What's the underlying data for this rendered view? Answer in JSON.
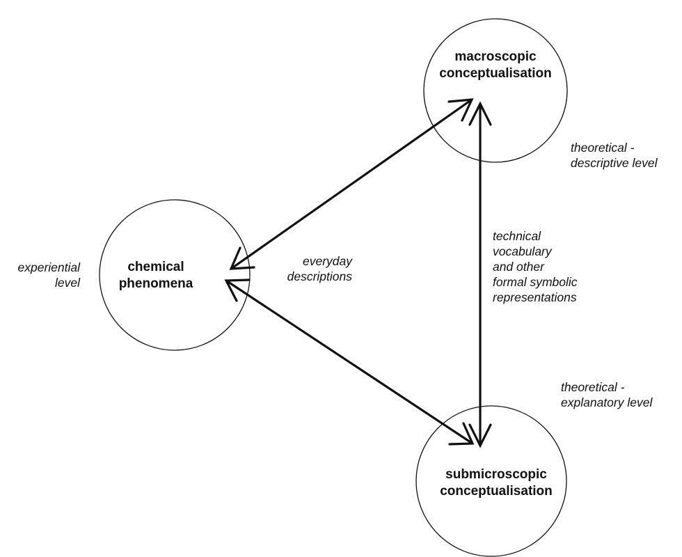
{
  "nodes": {
    "macroscopic": {
      "lines": [
        "macroscopic",
        "conceptualisation"
      ]
    },
    "chemical": {
      "lines": [
        "chemical",
        "phenomena"
      ]
    },
    "submicroscopic": {
      "lines": [
        "submicroscopic",
        "conceptualisation"
      ]
    }
  },
  "annotations": {
    "theoretical_descriptive": [
      "theoretical -",
      "descriptive level"
    ],
    "experiential": [
      "experiential",
      "level"
    ],
    "everyday": [
      "everyday",
      "descriptions"
    ],
    "technical": [
      "technical",
      "vocabulary",
      "and other",
      "formal symbolic",
      "representations"
    ],
    "theoretical_explanatory": [
      "theoretical -",
      "explanatory level"
    ]
  },
  "colors": {
    "stroke": "#111111",
    "background": "#ffffff"
  }
}
